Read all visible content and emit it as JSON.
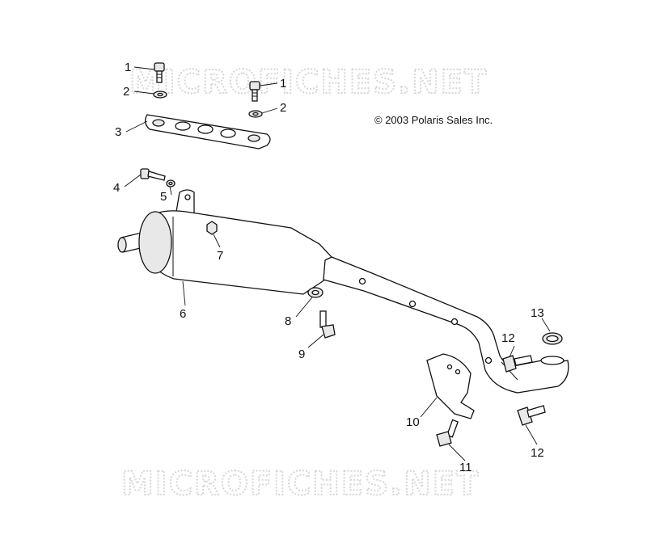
{
  "watermark_top": "MICROFICHES.NET",
  "watermark_bottom": "MICROFICHES.NET",
  "copyright": "© 2003 Polaris Sales Inc.",
  "callouts": {
    "c1a": "1",
    "c1b": "1",
    "c2a": "2",
    "c2b": "2",
    "c3": "3",
    "c4": "4",
    "c5": "5",
    "c6": "6",
    "c7": "7",
    "c8": "8",
    "c9": "9",
    "c10": "10",
    "c11": "11",
    "c12a": "12",
    "c12b": "12",
    "c13": "13"
  }
}
